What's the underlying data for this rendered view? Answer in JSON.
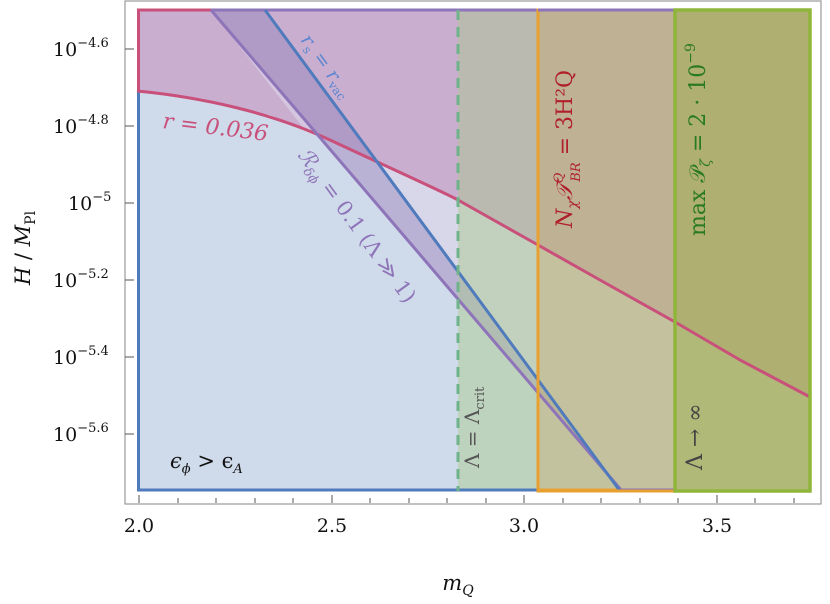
{
  "chart_data": {
    "type": "area",
    "title": "",
    "xlabel": "m_Q",
    "ylabel": "H / M_Pl",
    "xlim": [
      1.995,
      3.74
    ],
    "ylim_log10": [
      -5.75,
      -4.5
    ],
    "y_scale": "log",
    "grid": false,
    "x_ticks": [
      "2.0",
      "2.5",
      "3.0",
      "3.5"
    ],
    "x_tick_values": [
      2.0,
      2.5,
      3.0,
      3.5
    ],
    "y_ticks": [
      {
        "base": "10",
        "exp": "−4.6",
        "value": -4.6
      },
      {
        "base": "10",
        "exp": "−4.8",
        "value": -4.8
      },
      {
        "base": "10",
        "exp": "−5",
        "value": -5.0
      },
      {
        "base": "10",
        "exp": "−5.2",
        "value": -5.2
      },
      {
        "base": "10",
        "exp": "−5.4",
        "value": -5.4
      },
      {
        "base": "10",
        "exp": "−5.6",
        "value": -5.6
      }
    ],
    "regions": [
      {
        "name": "epsilon_phi_gt_epsilon_A",
        "label": "ε_φ > ε_A",
        "color": "#4f7bbd",
        "fill": "#cfdaea",
        "x_range": [
          2.0,
          3.74
        ],
        "note": "blue bounded background region"
      },
      {
        "name": "tensor_to_scalar_excluded",
        "label": "r = 0.036",
        "color": "#c8507a",
        "fill": "#ccaecc",
        "note": "shaded above r-curve"
      },
      {
        "name": "rs_eq_rvac_band",
        "label": "r_s = r_vac",
        "color": "#4f7bbd",
        "note": "blue diagonal boundary"
      },
      {
        "name": "R_delta_phi",
        "label": "R_δφ = 0.1 (Λ ≫ 1)",
        "color": "#8e74b8",
        "note": "purple diagonal boundary"
      },
      {
        "name": "lambda_crit",
        "label": "Λ = Λ_crit",
        "color": "#6fb38a",
        "x": 2.83,
        "style": "dashed"
      },
      {
        "name": "backreaction",
        "label": "N_χ T^Q_BR = 3H²Q",
        "color": "#e8a030",
        "label_color": "#b0202a",
        "x_range": [
          3.04,
          3.74
        ]
      },
      {
        "name": "max_power_spectrum",
        "label": "max P_ζ = 2·10⁻⁹",
        "color": "#8fb53a",
        "label_color": "#2a7a20",
        "x_range": [
          3.39,
          3.74
        ]
      },
      {
        "name": "lambda_infinity",
        "label": "Λ → ∞",
        "color": "#444444"
      }
    ],
    "series": [
      {
        "name": "r = 0.036",
        "color": "#c8507a",
        "x": [
          2.0,
          2.16,
          2.34,
          2.5,
          2.68,
          2.83,
          3.04,
          3.2,
          3.39,
          3.56,
          3.74
        ],
        "log10_y": [
          -4.71,
          -4.73,
          -4.77,
          -4.84,
          -4.92,
          -4.99,
          -5.11,
          -5.2,
          -5.31,
          -5.41,
          -5.5
        ]
      },
      {
        "name": "r_s = r_vac",
        "color": "#4f7bbd",
        "x": [
          2.33,
          3.25
        ],
        "log10_y": [
          -4.5,
          -5.75
        ]
      },
      {
        "name": "R_δφ = 0.1 (Λ ≫ 1)",
        "color": "#8e74b8",
        "x": [
          2.19,
          3.26
        ],
        "log10_y": [
          -4.5,
          -5.75
        ]
      }
    ]
  },
  "labels": {
    "xlabel_base": "m",
    "xlabel_sub": "Q",
    "ylabel_H": "H",
    "ylabel_slash": " / ",
    "ylabel_M": "M",
    "ylabel_sub": "Pl",
    "r_curve": "r = 0.036",
    "rs_base": "r",
    "rs_sub": "s",
    "rs_eq": " = r",
    "rs_sub2": "vac",
    "rdphi": "ℛ",
    "rdphi_sub": "δϕ",
    "rdphi_rest": " = 0.1 (Λ ≫ 1)",
    "lambda_crit": "Λ = Λ",
    "lambda_crit_sub": "crit",
    "backreaction_a": "N",
    "backreaction_chi": "χ",
    "backreaction_T": "𝒯",
    "backreaction_sup": "Q",
    "backreaction_sub": "BR",
    "backreaction_rest": " = 3H²Q",
    "maxP": "max 𝒫",
    "maxP_sub": "ζ",
    "maxP_rest": " = 2 · 10",
    "maxP_exp": "−9",
    "lambda_inf": "Λ → ∞",
    "eps_a": "ϵ",
    "eps_a_sub": "ϕ",
    "eps_gt": " > ϵ",
    "eps_b_sub": "A"
  }
}
